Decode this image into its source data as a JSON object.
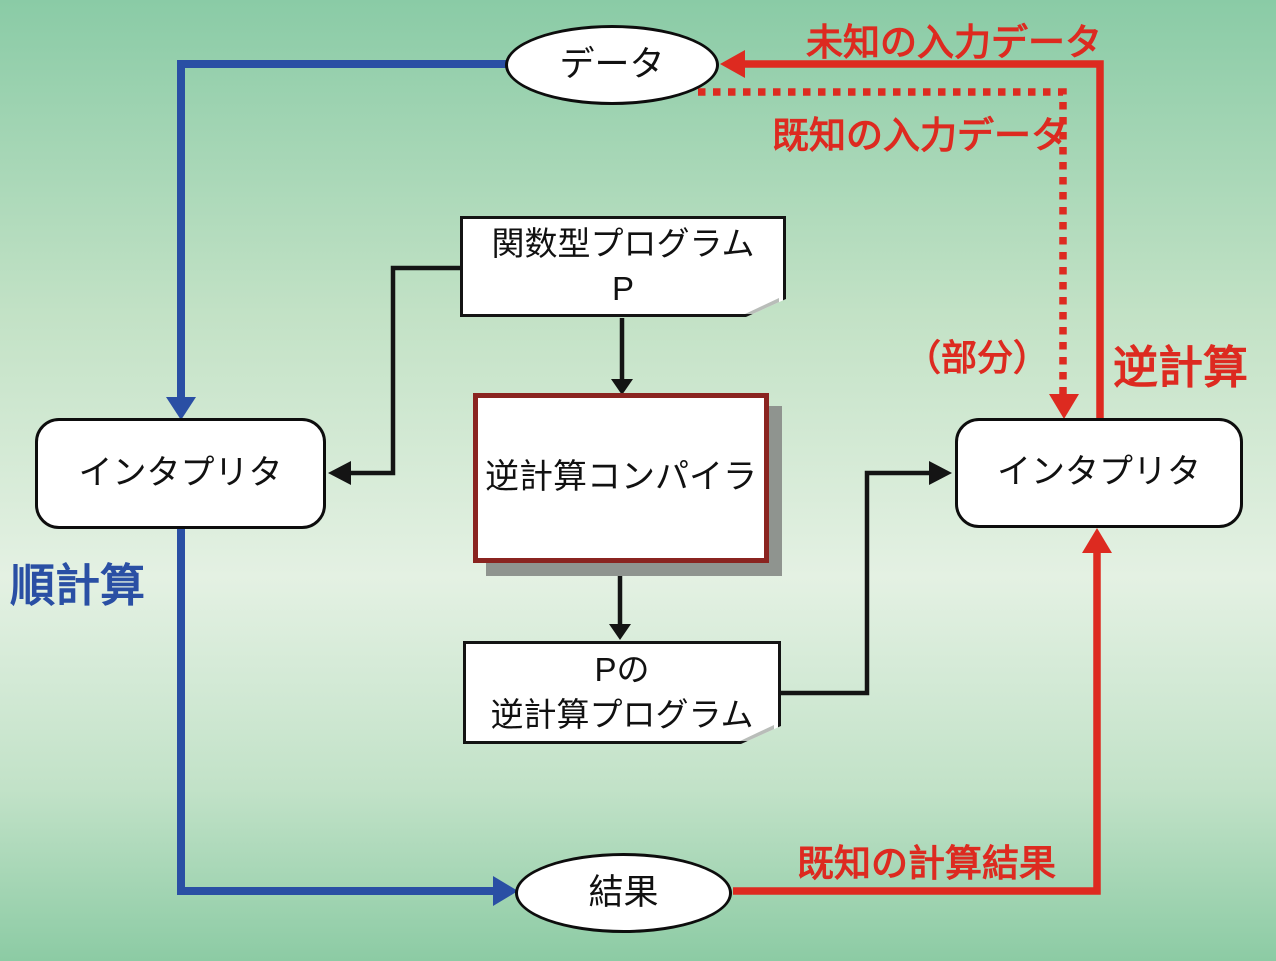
{
  "nodes": {
    "data": {
      "label": "データ"
    },
    "functional_program": {
      "line1": "関数型プログラム",
      "line2": "P"
    },
    "inverse_compiler": {
      "label": "逆計算コンパイラ"
    },
    "inverse_program": {
      "line1": "Pの",
      "line2": "逆計算プログラム"
    },
    "interpreter_left": {
      "label": "インタプリタ"
    },
    "interpreter_right": {
      "label": "インタプリタ"
    },
    "result": {
      "label": "結果"
    }
  },
  "edge_labels": {
    "unknown_input_data": "未知の入力データ",
    "known_input_data": "既知の入力データ",
    "partial": "（部分）",
    "inverse_computation": "逆計算",
    "forward_computation": "順計算",
    "known_computation_result": "既知の計算結果"
  },
  "colors": {
    "red": "#dd2a20",
    "blue": "#2a4fa4",
    "maroon": "#8a2420",
    "shadow_gray": "#8f948f",
    "line_black": "#141414",
    "node_fill": "#ffffff",
    "bg_top": "#8acba6",
    "bg_middle": "#e4f1e3",
    "bg_bottom": "#8ccba4"
  }
}
